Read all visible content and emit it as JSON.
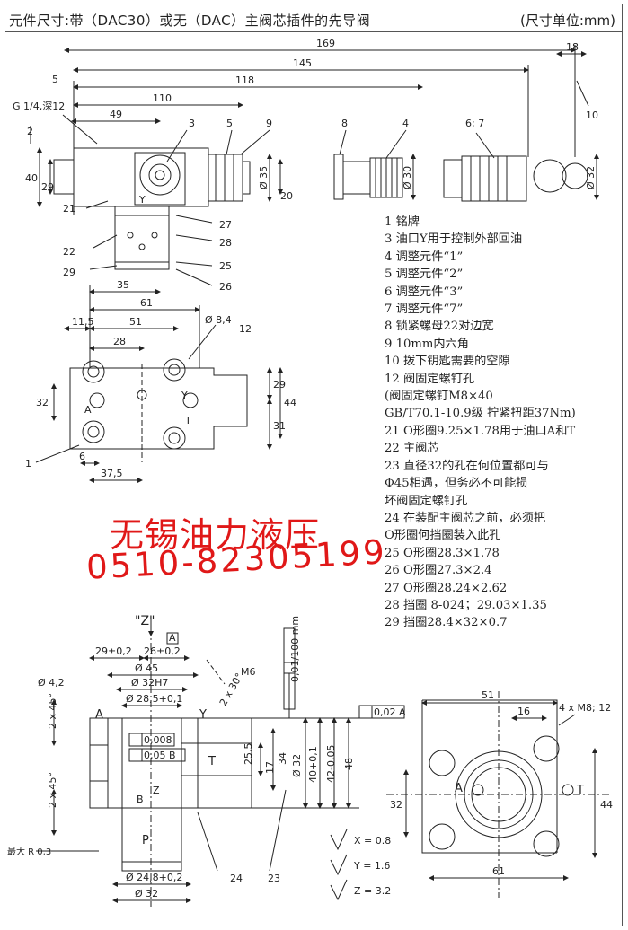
{
  "header": {
    "title": "元件尺寸:带（DAC30）或无（DAC）主阀芯插件的先导阀",
    "unit": "(尺寸单位:mm)"
  },
  "watermark": {
    "company": "无锡油力液压",
    "phone": "0510-82305199",
    "color": "#e01818"
  },
  "legend": [
    "1  铭牌",
    "3  油口Y用于控制外部回油",
    "4  调整元件“1”",
    "5  调整元件“2”",
    "6  调整元件“3”",
    "7  调整元件“7”",
    "8  锁紧螺母22对边宽",
    "9  10mm内六角",
    "10  拨下钥匙需要的空隙",
    "12  阀固定螺钉孔",
    "    (阀固定螺钉M8×40",
    "    GB/T70.1-10.9级 拧紧扭距37Nm)",
    "21  O形圈9.25×1.78用于油口A和T",
    "22  主阀芯",
    "23  直径32的孔在何位置都可与",
    "    Φ45相遇，但务必不可能损",
    "    坏阀固定螺钉孔",
    "24  在装配主阀芯之前，必须把",
    "    O形圈何挡圈装入此孔",
    "25  O形圈28.3×1.78",
    "26  O形圈27.3×2.4",
    "27  O形圈28.24×2.62",
    "28  挡圈 8-024；29.03×1.35",
    "29  挡圈28.4×32×0.7"
  ],
  "side_view": {
    "dims": [
      "169",
      "145",
      "118",
      "110",
      "49",
      "5",
      "18",
      "2",
      "40",
      "29",
      "20",
      "Ø 35",
      "Ø 30",
      "Ø 32"
    ],
    "thread": "G 1/4,深12",
    "callouts": [
      "3",
      "5",
      "9",
      "8",
      "4",
      "6; 7",
      "10",
      "21",
      "22",
      "29",
      "27",
      "28",
      "25",
      "26"
    ],
    "port": "Y"
  },
  "top_view": {
    "dims": [
      "35",
      "61",
      "11,5",
      "51",
      "28",
      "Ø 8,4",
      "32",
      "29",
      "44",
      "31",
      "6",
      "37,5"
    ],
    "callouts": [
      "12",
      "1"
    ],
    "ports": [
      "A",
      "T",
      "Y"
    ]
  },
  "section_view": {
    "view_label": "\"Z\"",
    "dims": [
      "29±0,2",
      "26±0,2",
      "Ø 45",
      "Ø 32H7",
      "Ø 28,5+0,1",
      "Ø 4,2",
      "2 x 45°",
      "2 x 30°",
      "M6",
      "25,5",
      "17",
      "34",
      "40+0,1",
      "42-0,05",
      "48",
      "Ø 32",
      "Ø 24,8+0,2",
      "Ø 32",
      "0,01/100 mm",
      "0,008",
      "0,05 B"
    ],
    "labels": [
      "A",
      "Y",
      "T",
      "P",
      "Z",
      "B"
    ],
    "max_radius": "最大 R 0,3",
    "callouts": [
      "24",
      "23"
    ],
    "surface": [
      "X = 0.8",
      "Y = 1.6",
      "Z = 3.2"
    ]
  },
  "mount_view": {
    "dims": [
      "51",
      "16",
      "4 x M8; 12",
      "32",
      "44",
      "61"
    ],
    "tolerance": "0,02 A",
    "ports": [
      "A",
      "T"
    ]
  }
}
